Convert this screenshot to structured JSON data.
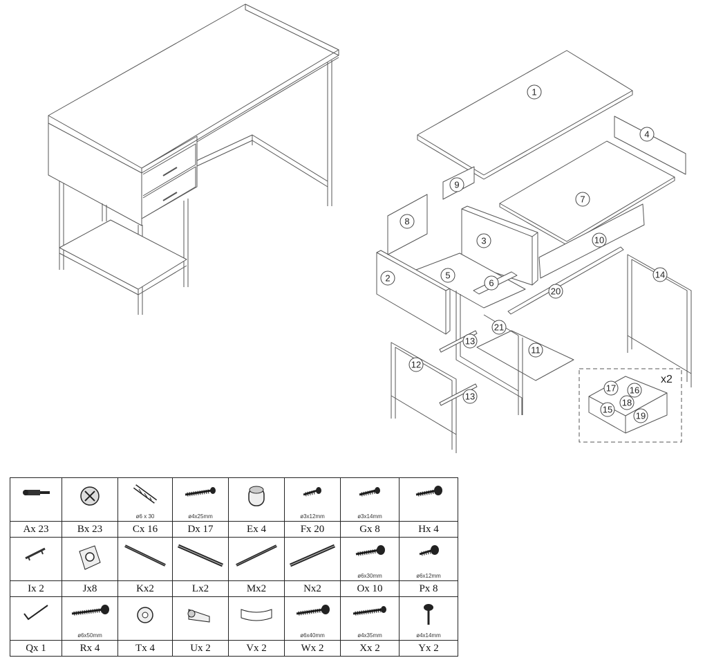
{
  "exploded_view": {
    "part_numbers": [
      "1",
      "2",
      "3",
      "4",
      "5",
      "6",
      "7",
      "8",
      "9",
      "10",
      "11",
      "12",
      "13",
      "13",
      "14",
      "15",
      "16",
      "17",
      "18",
      "19",
      "20",
      "21"
    ],
    "drawer_multiplier": "x2"
  },
  "hardware": {
    "rows": [
      [
        {
          "id": "dowel-screw",
          "label": "Ax 23",
          "caption": ""
        },
        {
          "id": "cam-lock",
          "label": "Bx 23",
          "caption": ""
        },
        {
          "id": "wood-dowel",
          "label": "Cx 16",
          "caption": "ø6 x 30"
        },
        {
          "id": "screw-4x25",
          "label": "Dx 17",
          "caption": "ø4x25mm"
        },
        {
          "id": "barrel-nut",
          "label": "Ex 4",
          "caption": ""
        },
        {
          "id": "screw-3x12",
          "label": "Fx 20",
          "caption": "ø3x12mm"
        },
        {
          "id": "screw-3x14",
          "label": "Gx 8",
          "caption": "ø3x14mm"
        },
        {
          "id": "bolt-short",
          "label": "Hx 4",
          "caption": ""
        }
      ],
      [
        {
          "id": "handle",
          "label": "Ix 2",
          "caption": ""
        },
        {
          "id": "bracket",
          "label": "Jx8",
          "caption": ""
        },
        {
          "id": "slide-k",
          "label": "Kx2",
          "caption": ""
        },
        {
          "id": "slide-l",
          "label": "Lx2",
          "caption": ""
        },
        {
          "id": "slide-m",
          "label": "Mx2",
          "caption": ""
        },
        {
          "id": "slide-n",
          "label": "Nx2",
          "caption": ""
        },
        {
          "id": "bolt-6x30",
          "label": "Ox 10",
          "caption": "ø6x30mm"
        },
        {
          "id": "bolt-6x12",
          "label": "Px 8",
          "caption": "ø6x12mm"
        }
      ],
      [
        {
          "id": "allen-key",
          "label": "Qx 1",
          "caption": ""
        },
        {
          "id": "bolt-6x50",
          "label": "Rx 4",
          "caption": "ø6x50mm"
        },
        {
          "id": "washer",
          "label": "Tx 4",
          "caption": ""
        },
        {
          "id": "wall-plug",
          "label": "Ux 2",
          "caption": ""
        },
        {
          "id": "strap",
          "label": "Vx 2",
          "caption": ""
        },
        {
          "id": "bolt-6x40",
          "label": "Wx 2",
          "caption": "ø6x40mm"
        },
        {
          "id": "screw-4x35",
          "label": "Xx 2",
          "caption": "ø4x35mm"
        },
        {
          "id": "screw-4x14",
          "label": "Yx 2",
          "caption": "ø4x14mm"
        }
      ]
    ]
  }
}
